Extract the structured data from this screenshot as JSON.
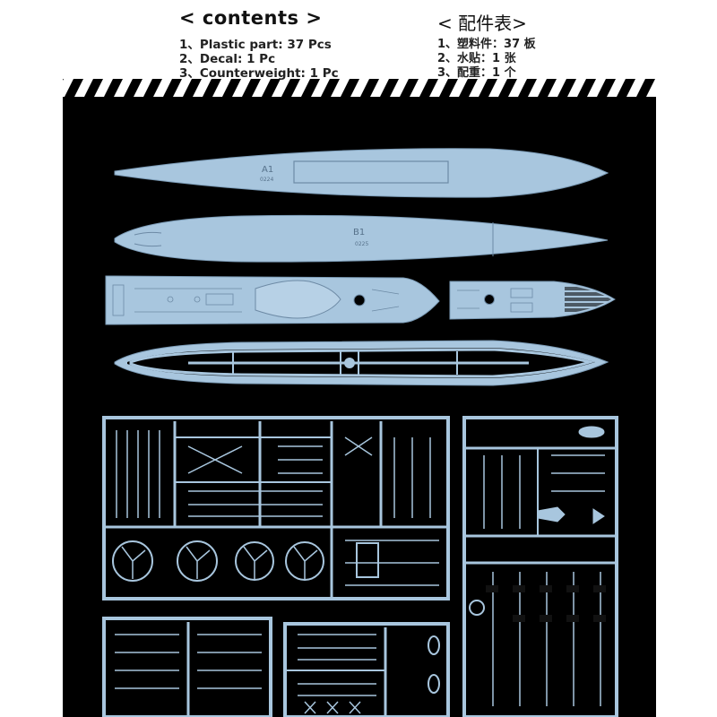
{
  "header": {
    "title_en": "< contents >",
    "title_cn": "< 配件表>",
    "items_en": [
      "1、Plastic part: 37 Pcs",
      "2、Decal: 1 Pc",
      "3、Counterweight: 1 Pc"
    ],
    "items_cn": [
      "1、塑料件：37 板",
      "2、水贴：1 张",
      "3、配重：1 个"
    ]
  },
  "parts": {
    "a1": {
      "label": "A1",
      "number": "0224"
    },
    "b1": {
      "label": "B1",
      "number": "0225"
    }
  },
  "colors": {
    "part": "#a8c6de",
    "part_stroke": "#7d9db8",
    "background": "#000000"
  }
}
